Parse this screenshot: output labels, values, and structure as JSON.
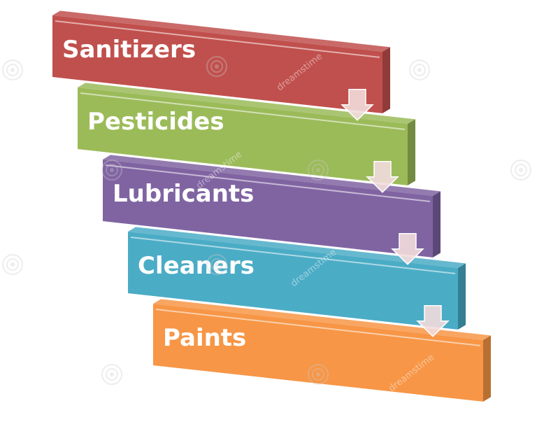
{
  "steps": [
    {
      "label": "Sanitizers",
      "color": "#c0504d",
      "shade": "#8f3b39"
    },
    {
      "label": "Pesticides",
      "color": "#9bbb59",
      "shade": "#728a41"
    },
    {
      "label": "Lubricants",
      "color": "#8064a2",
      "shade": "#5c4876"
    },
    {
      "label": "Cleaners",
      "color": "#4bacc6",
      "shade": "#357f93"
    },
    {
      "label": "Paints",
      "color": "#f79646",
      "shade": "#b86f32"
    }
  ],
  "connector": {
    "icon": "down-arrow-icon",
    "color": "#f2dcdb"
  },
  "watermark": {
    "text": "dreamstime",
    "icon": "spiral-logo-icon"
  }
}
